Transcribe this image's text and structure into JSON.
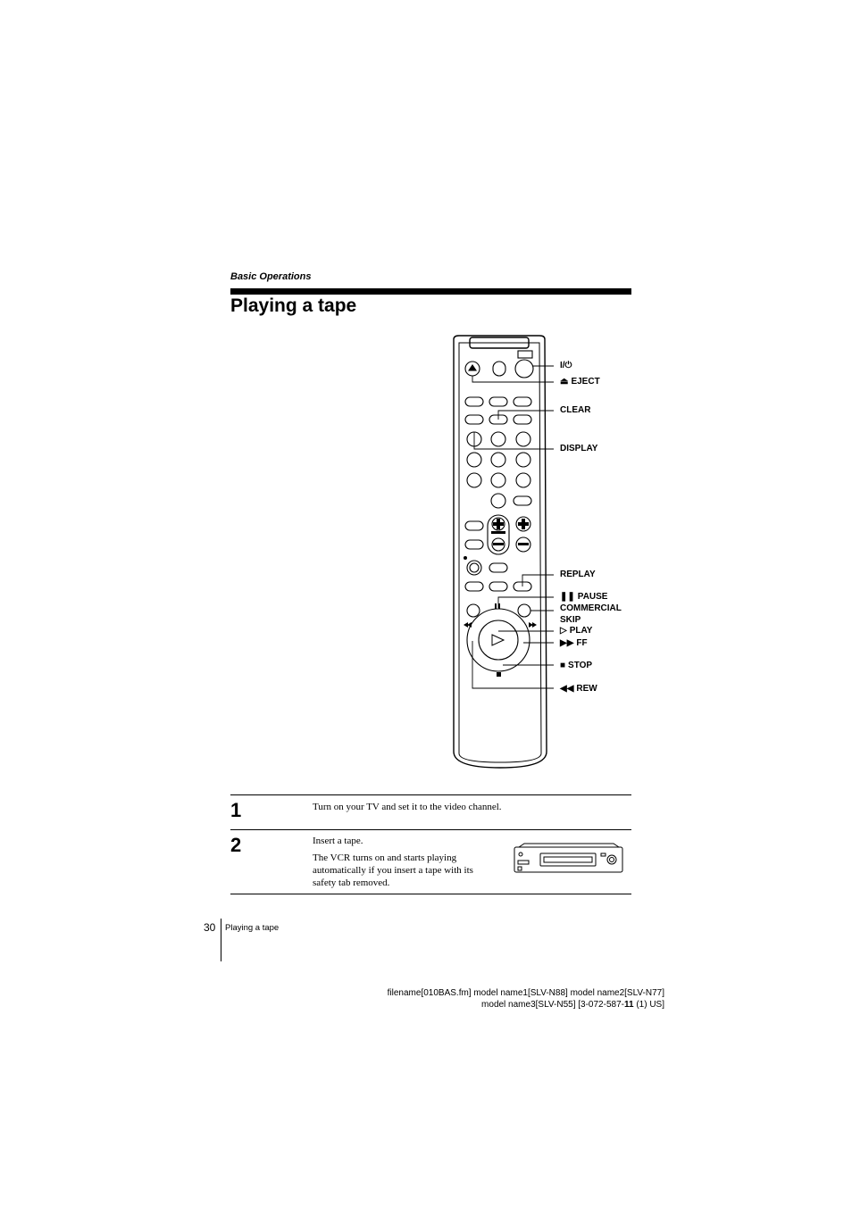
{
  "header": {
    "section": "Basic Operations",
    "title": "Playing a tape"
  },
  "remote_labels": {
    "power": "I/⏻",
    "eject": "EJECT",
    "clear": "CLEAR",
    "display": "DISPLAY",
    "replay": "REPLAY",
    "pause": "PAUSE",
    "commercial_skip_1": "COMMERCIAL",
    "commercial_skip_2": "SKIP",
    "play": "PLAY",
    "ff": "FF",
    "stop": "STOP",
    "rew": "REW"
  },
  "steps": [
    {
      "number": "1",
      "text": "Turn on your TV and set it to the video channel."
    },
    {
      "number": "2",
      "text": "Insert a tape.",
      "note": "The VCR turns on and starts playing automatically if you insert a tape with its safety tab removed."
    }
  ],
  "footer": {
    "page_number": "30",
    "page_title": "Playing a tape",
    "file_line_1": "filename[010BAS.fm] model name1[SLV-N88] model name2[SLV-N77]",
    "file_line_2_prefix": "model name3[SLV-N55] [3-072-587-",
    "file_line_2_bold": "11",
    "file_line_2_suffix": " (1) US]"
  }
}
